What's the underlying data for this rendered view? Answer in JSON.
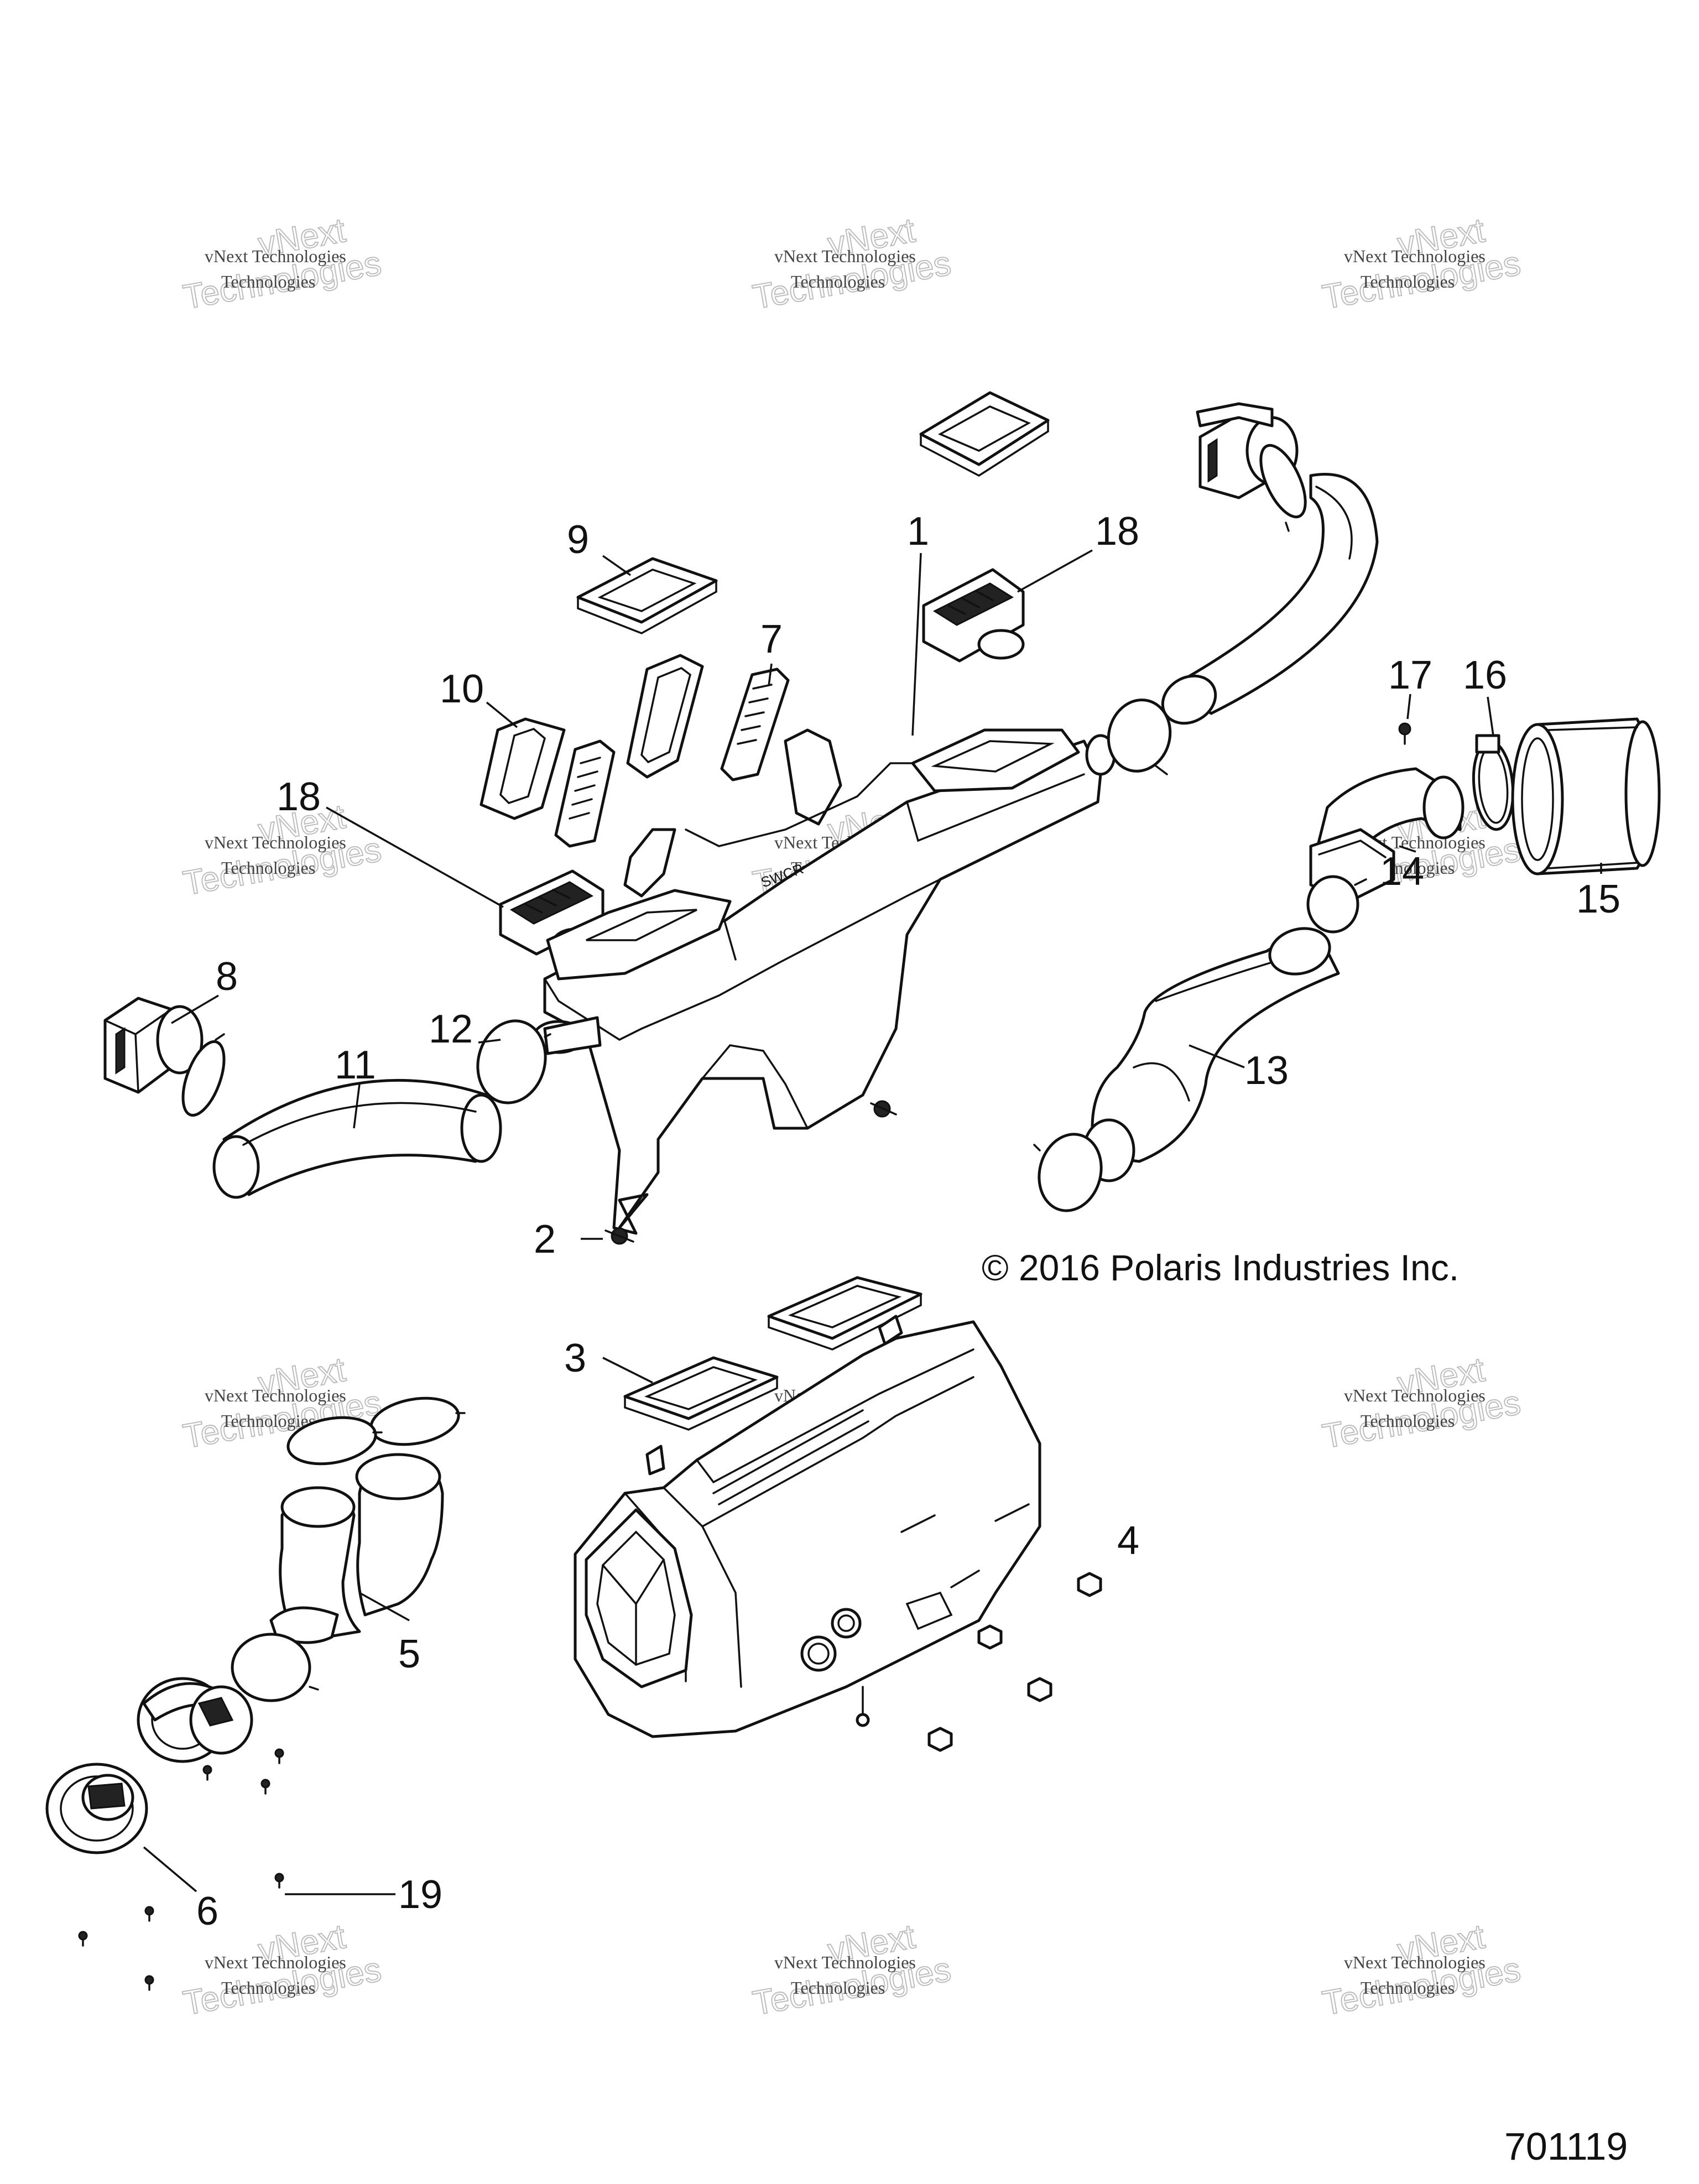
{
  "callouts": [
    "1",
    "2",
    "3",
    "4",
    "5",
    "6",
    "7",
    "8",
    "9",
    "10",
    "11",
    "12",
    "13",
    "14",
    "15",
    "16",
    "17",
    "18",
    "18",
    "19"
  ],
  "copyright": "© 2016 Polaris Industries Inc.",
  "figure_number": "701119",
  "watermark": {
    "line1": "vNext Technologies",
    "line2": "vNext",
    "line3": "Technologies"
  }
}
